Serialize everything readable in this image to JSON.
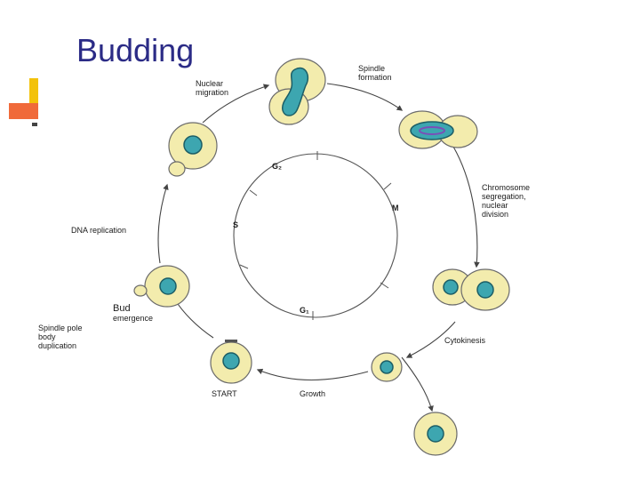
{
  "slide": {
    "title": "Budding"
  },
  "cycle": {
    "phases": {
      "g2": "G₂",
      "m": "M",
      "s": "S",
      "g1": "G₁"
    }
  },
  "labels": {
    "nuclear_migration": [
      "Nuclear",
      "migration"
    ],
    "spindle_formation": [
      "Spindle",
      "formation"
    ],
    "chromosome_segregation": [
      "Chromosome",
      "segregation,",
      "nuclear",
      "division"
    ],
    "dna_replication": "DNA replication",
    "bud_emergence": [
      "Bud",
      "emergence"
    ],
    "spindle_pole": [
      "Spindle pole",
      "body",
      "duplication"
    ],
    "cytokinesis": "Cytokinesis",
    "start": "START",
    "growth": "Growth"
  },
  "colors": {
    "title": "#2b2b86",
    "cell_fill": "#f3ecad",
    "nucleus": "#3da6b0",
    "spindle": "#7a4fb8",
    "bullet_yellow": "#f3c20a",
    "bullet_red": "#f06a3a"
  }
}
